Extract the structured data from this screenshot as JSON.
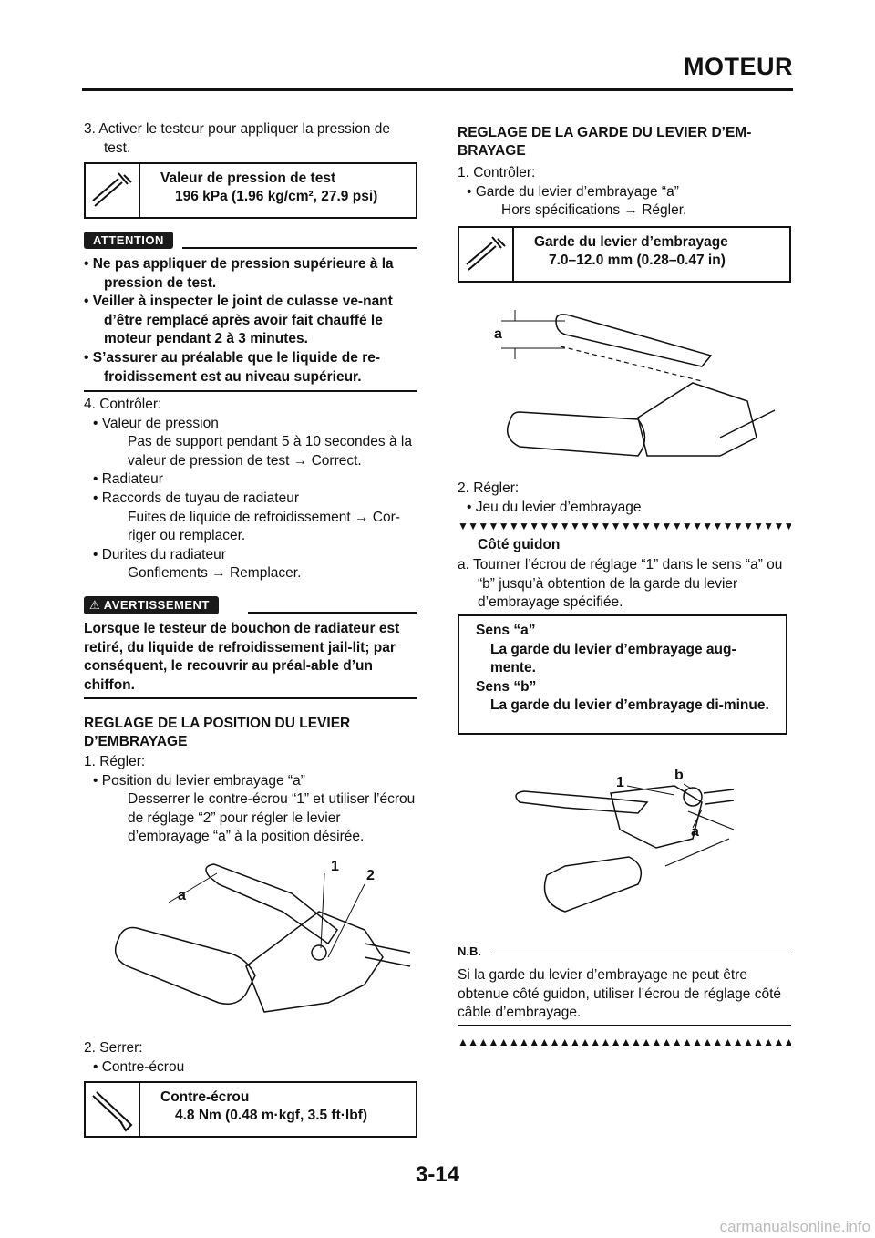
{
  "header": {
    "title": "MOTEUR"
  },
  "left": {
    "step3": "3. Activer le testeur pour appliquer la pression de test.",
    "spec1": {
      "title": "Valeur de pression de test",
      "value": "196 kPa (1.96 kg/cm², 27.9 psi)"
    },
    "caution_tag": "ATTENTION",
    "caution": [
      "• Ne pas appliquer de pression supérieure à la pression de test.",
      "• Veiller à inspecter le joint de culasse ve-nant d’être remplacé après avoir fait chauffé le moteur pendant 2 à 3 minutes.",
      "• S’assurer au préalable que le liquide de re-froidissement est au niveau supérieur."
    ],
    "step4": "4. Contrôler:",
    "check_items": [
      {
        "bullet": "• Valeur de pression",
        "detail": "Pas de support pendant 5 à 10 secondes à la valeur de pression de test → Correct."
      },
      {
        "bullet": "• Radiateur",
        "detail": ""
      },
      {
        "bullet": "• Raccords de tuyau de radiateur",
        "detail": "Fuites de liquide de refroidissement → Cor-riger ou remplacer."
      },
      {
        "bullet": "• Durites du radiateur",
        "detail": "Gonflements → Remplacer."
      }
    ],
    "warning_tag": "AVERTISSEMENT",
    "warning": "Lorsque le testeur de bouchon de radiateur est retiré, du liquide de refroidissement jail-lit; par conséquent, le recouvrir au préal-able d’un chiffon.",
    "section_title": "REGLAGE DE LA POSITION DU LEVIER D’EMBRAYAGE",
    "adjust_step": "1. Régler:",
    "adjust_bullet": "• Position du levier embrayage “a”",
    "adjust_detail": "Desserrer le contre-écrou “1” et utiliser l’écrou de réglage “2” pour régler le levier d’embrayage “a” à la position désirée.",
    "fig1_labels": {
      "a": "a",
      "n1": "1",
      "n2": "2"
    },
    "tighten_step": "2. Serrer:",
    "tighten_bullet": "• Contre-écrou",
    "spec2": {
      "title": "Contre-écrou",
      "value": "4.8 Nm (0.48 m·kgf, 3.5 ft·lbf)"
    }
  },
  "right": {
    "section_title": "REGLAGE DE LA GARDE DU LEVIER D’EM-BRAYAGE",
    "step1": "1. Contrôler:",
    "bullet1": "• Garde du levier d’embrayage “a”",
    "detail1": "Hors spécifications → Régler.",
    "spec3": {
      "title": "Garde du levier d’embrayage",
      "value": "7.0–12.0 mm (0.28–0.47 in)"
    },
    "fig2_labels": {
      "a": "a"
    },
    "step2": "2. Régler:",
    "bullet2": "• Jeu du levier d’embrayage",
    "side_title": "Côté guidon",
    "sub_a": "a. Tourner l’écrou de réglage “1” dans le sens “a” ou “b” jusqu’à obtention de la garde du levier d’embrayage spécifiée.",
    "direction_box": [
      {
        "title": "Sens “a”",
        "text": "La garde du levier d’embrayage aug-mente."
      },
      {
        "title": "Sens “b”",
        "text": "La garde du levier d’embrayage di-minue."
      }
    ],
    "fig3_labels": {
      "n1": "1",
      "b": "b",
      "a": "a"
    },
    "nb_tag": "N.B.",
    "nb_text": "Si la garde du levier d’embrayage ne peut être obtenue côté guidon, utiliser l’écrou de réglage côté câble d’embrayage."
  },
  "page_number": "3-14",
  "footer": "carmanualsonline.info"
}
